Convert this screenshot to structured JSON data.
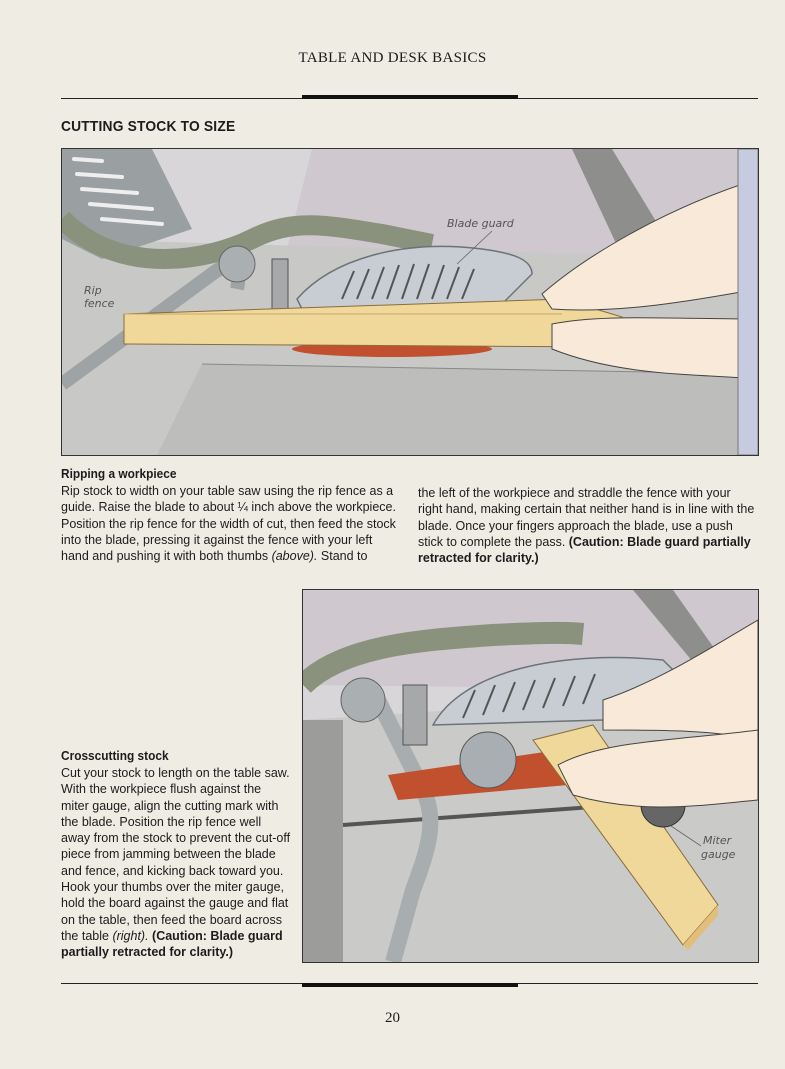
{
  "header": {
    "running_head": "TABLE AND DESK BASICS"
  },
  "section": {
    "title": "CUTTING STOCK TO SIZE"
  },
  "figure1": {
    "labels": {
      "blade_guard": "Blade guard",
      "rip_fence_1": "Rip",
      "rip_fence_2": "fence"
    }
  },
  "ripping": {
    "heading": "Ripping a workpiece",
    "col1": {
      "text1": "Rip stock to width on your table saw using the rip fence as a guide. Raise the blade to about ¼ inch above the workpiece. Position the rip fence for the width of cut, then feed the stock into the blade, pressing it against the fence with your left hand and pushing it with both thumbs ",
      "text2": "(above).",
      "text3": " Stand to"
    },
    "col2": {
      "text1": "the left of the workpiece and straddle the fence with your right hand, making certain that neither hand is in line with the blade. Once your fingers approach the blade, use a push stick to complete the pass. ",
      "caution": "(Caution: Blade guard partially retracted for clarity.)"
    }
  },
  "figure2": {
    "labels": {
      "miter_1": "Miter",
      "miter_2": "gauge"
    }
  },
  "crosscut": {
    "heading": "Crosscutting stock",
    "text1": "Cut your stock to length on the table saw. With the workpiece flush against the miter gauge, align the cutting mark with the blade. Position the rip fence well away from the stock to prevent the cut-off piece from jamming between the blade and fence, and kicking back toward you. Hook your thumbs over the miter gauge, hold the board against the gauge and flat on the table, then feed the board across the table ",
    "text2": "(right).",
    "caution": " (Caution: Blade guard partially retracted for clarity.)"
  },
  "footer": {
    "page_number": "20"
  }
}
